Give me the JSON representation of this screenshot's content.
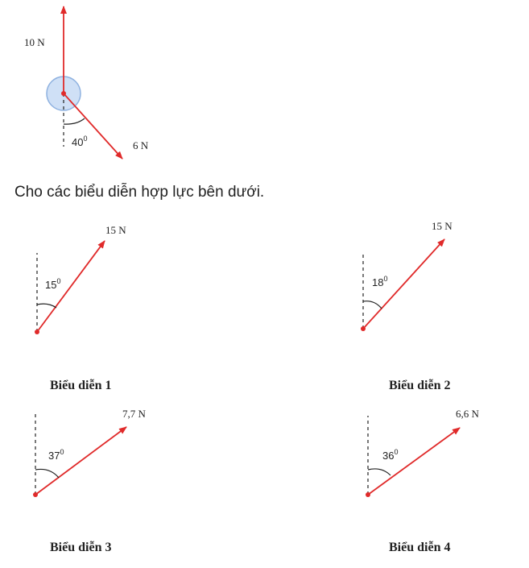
{
  "colors": {
    "arrow": "#e02a2a",
    "dot": "#e02a2a",
    "circle_fill": "#cfe0f6",
    "circle_stroke": "#8fb2e0",
    "dashed": "#222222",
    "text": "#222222"
  },
  "top_figure": {
    "force_up_label": "10 N",
    "force_down_label": "6 N",
    "angle_label": "40",
    "angle_sup": "0"
  },
  "intro_text": "Cho các biểu diễn hợp lực bên dưới.",
  "diagrams": [
    {
      "caption": "Biểu diễn 1",
      "force_label": "15 N",
      "angle_label": "15",
      "angle_sup": "0"
    },
    {
      "caption": "Biểu diễn 2",
      "force_label": "15 N",
      "angle_label": "18",
      "angle_sup": "0"
    },
    {
      "caption": "Biểu diễn 3",
      "force_label": "7,7 N",
      "angle_label": "37",
      "angle_sup": "0"
    },
    {
      "caption": "Biểu diễn 4",
      "force_label": "6,6 N",
      "angle_label": "36",
      "angle_sup": "0"
    }
  ]
}
